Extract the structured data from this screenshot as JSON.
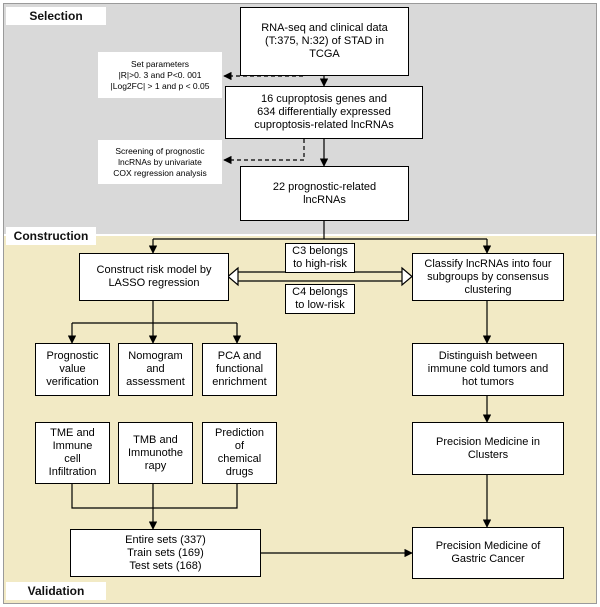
{
  "sections": {
    "selection": "Selection",
    "construction": "Construction",
    "validation": "Validation"
  },
  "boxes": {
    "rna_seq": "RNA-seq and clinical data\n(T:375, N:32) of STAD in\nTCGA",
    "cuproptosis": "16 cuproptosis genes and\n634 differentially expressed\ncuproptosis-related lncRNAs",
    "prognostic": "22 prognostic-related\nlncRNAs",
    "risk_model": "Construct risk model by\nLASSO regression",
    "classify": "Classify lncRNAs into four\nsubgroups by consensus\nclustering",
    "prognostic_value": "Prognostic\nvalue\nverification",
    "nomogram": "Nomogram\nand\nassessment",
    "pca": "PCA and\nfunctional\nenrichment",
    "tme": "TME and\nImmune\ncell\nInfiltration",
    "tmb": "TMB and\nImmunothe\nrapy",
    "chemical": "Prediction\nof\nchemical\ndrugs",
    "sets": "Entire sets (337)\nTrain sets (169)\nTest sets (168)",
    "immune": "Distinguish between\nimmune cold tumors and\nhot tumors",
    "pm_clusters": "Precision Medicine in\nClusters",
    "pm_gastric": "Precision Medicine of\nGastric Cancer"
  },
  "notes": {
    "set_params": "Set parameters\n|R|>0. 3 and P<0. 001\n|Log2FC| > 1 and p < 0.05",
    "screening": "Screening of prognostic\nlncRNAs by univariate\nCOX regression analysis"
  },
  "labels": {
    "c3": "C3 belongs\nto high-risk",
    "c4": "C4 belongs\nto low-risk"
  }
}
